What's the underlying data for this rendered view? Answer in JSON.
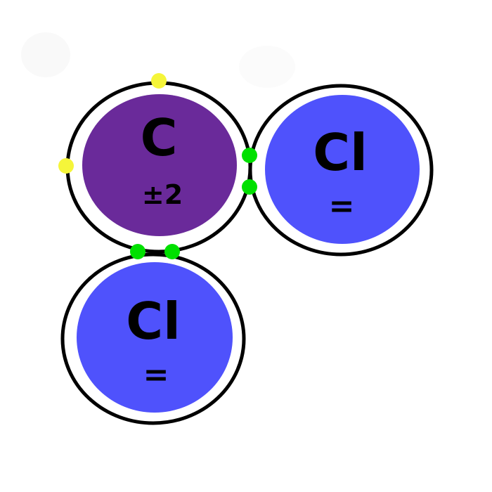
{
  "atoms": [
    {
      "id": "carbon",
      "symbol": "C",
      "charge": "±2",
      "fill": "#6a2a9a"
    },
    {
      "id": "chlorine-right",
      "symbol": "Cl",
      "charge": "=",
      "fill": "#4f52fc"
    },
    {
      "id": "chlorine-bottom",
      "symbol": "Cl",
      "charge": "=",
      "fill": "#4f52fc"
    }
  ],
  "colors": {
    "shell": "#000000",
    "bonding_electron": "#00e000",
    "lone_electron": "#f5f53a",
    "background": "#ffffff"
  },
  "electrons": {
    "bonding_pairs": 2,
    "lone_on_carbon": 2
  }
}
